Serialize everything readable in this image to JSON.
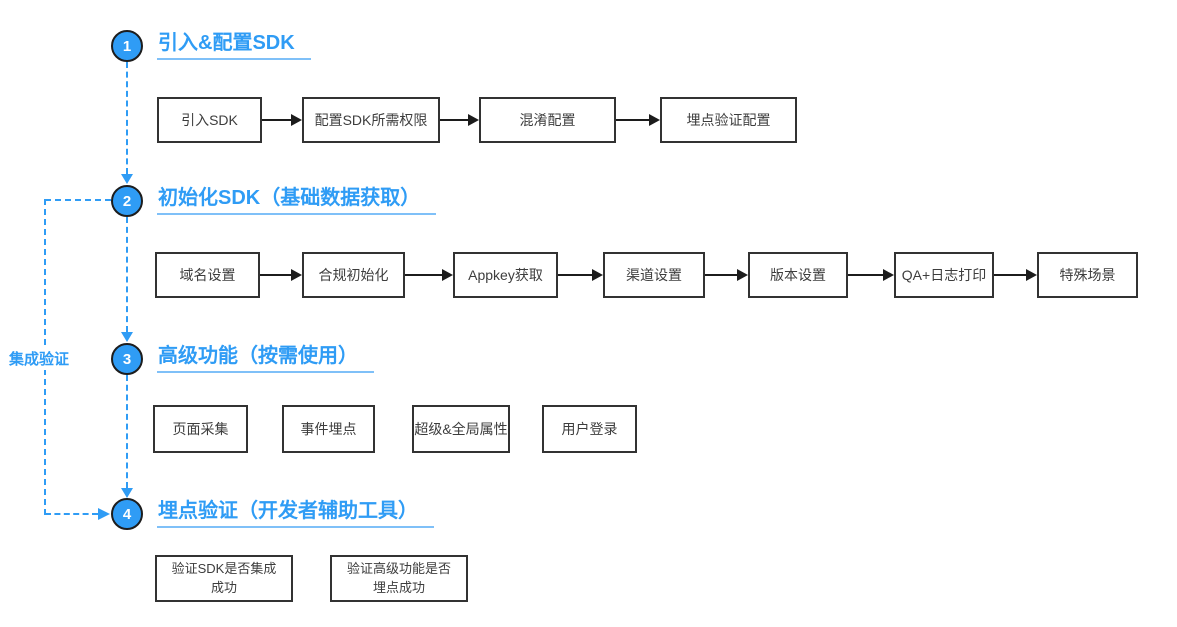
{
  "diagram": {
    "side_label": "集成验证",
    "colors": {
      "accent": "#2f9cf5",
      "underline": "#7fc0f8",
      "node_border": "#323232",
      "arrow": "#1c1c1c",
      "node_text": "#3d3d3d"
    },
    "steps": [
      {
        "number": "1",
        "title": "引入&配置SDK",
        "boxes": [
          "引入SDK",
          "配置SDK所需权限",
          "混淆配置",
          "埋点验证配置"
        ]
      },
      {
        "number": "2",
        "title": "初始化SDK（基础数据获取）",
        "boxes": [
          "域名设置",
          "合规初始化",
          "Appkey获取",
          "渠道设置",
          "版本设置",
          "QA+日志打印",
          "特殊场景"
        ]
      },
      {
        "number": "3",
        "title": "高级功能（按需使用）",
        "boxes": [
          "页面采集",
          "事件埋点",
          "超级&全局属性",
          "用户登录"
        ]
      },
      {
        "number": "4",
        "title": "埋点验证（开发者辅助工具）",
        "boxes": [
          "验证SDK是否集成\n成功",
          "验证高级功能是否\n埋点成功"
        ]
      }
    ]
  }
}
